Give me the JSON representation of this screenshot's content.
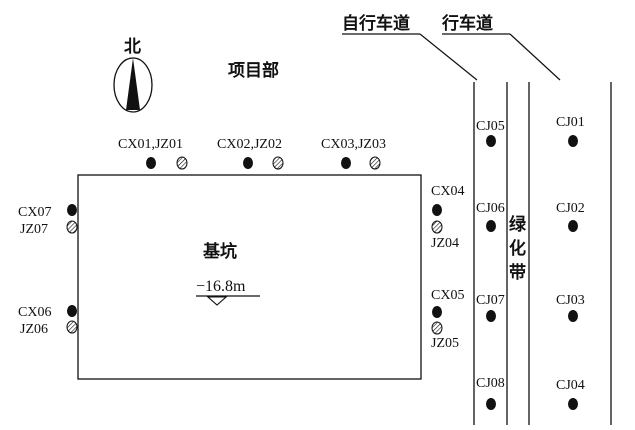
{
  "labels": {
    "north": "北",
    "project_dept": "项目部",
    "bike_lane": "自行车道",
    "car_lane": "行车道",
    "pit": "基坑",
    "depth": "−16.8m",
    "green_belt": [
      "绿",
      "化",
      "带"
    ]
  },
  "top_monitoring_points": [
    "CX01,JZ01",
    "CX02,JZ02",
    "CX03,JZ03"
  ],
  "left_monitoring_points": [
    {
      "cx": "CX07",
      "jz": "JZ07"
    },
    {
      "cx": "CX06",
      "jz": "JZ06"
    }
  ],
  "right_monitoring_points": [
    {
      "cx": "CX04",
      "jz": "JZ04"
    },
    {
      "cx": "CX05",
      "jz": "JZ05"
    }
  ],
  "road_points_near": [
    "CJ05",
    "CJ06",
    "CJ07",
    "CJ08"
  ],
  "road_points_far": [
    "CJ01",
    "CJ02",
    "CJ03",
    "CJ04"
  ],
  "colors": {
    "stroke": "#111111",
    "solid_point": "#111111",
    "hatched_point": "#111111",
    "background": "#ffffff"
  }
}
